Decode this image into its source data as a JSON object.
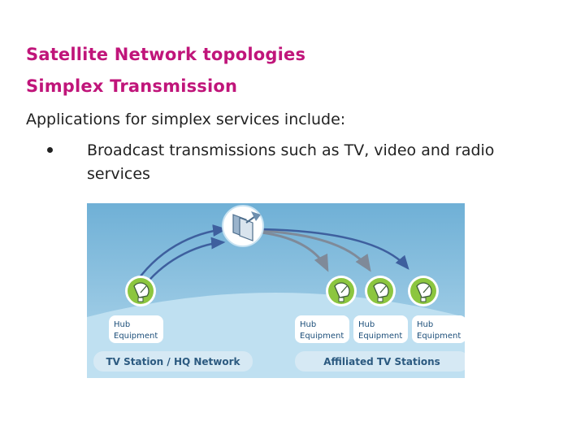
{
  "slide": {
    "title": "Satellite Network topologies",
    "subtitle": "Simplex Transmission",
    "intro": "Applications for simplex services include:",
    "bullets": [
      "Broadcast transmissions such as TV, video and radio services"
    ]
  },
  "diagram": {
    "hub_label_line1": "Hub",
    "hub_label_line2": "Equipment",
    "left_banner": "TV Station / HQ Network",
    "right_banner": "Affiliated TV Stations",
    "colors": {
      "sky_top": "#7ab6d9",
      "sky_bottom": "#a9d2ea",
      "ground": "#bfe0f1",
      "banner": "#d6e9f4",
      "dish_green": "#8cc63f",
      "uplink_arrow": "#3e5f9e",
      "downlink_arrow": "#7f8a99"
    },
    "icons": [
      "satellite-icon",
      "dish-antenna-icon"
    ]
  }
}
